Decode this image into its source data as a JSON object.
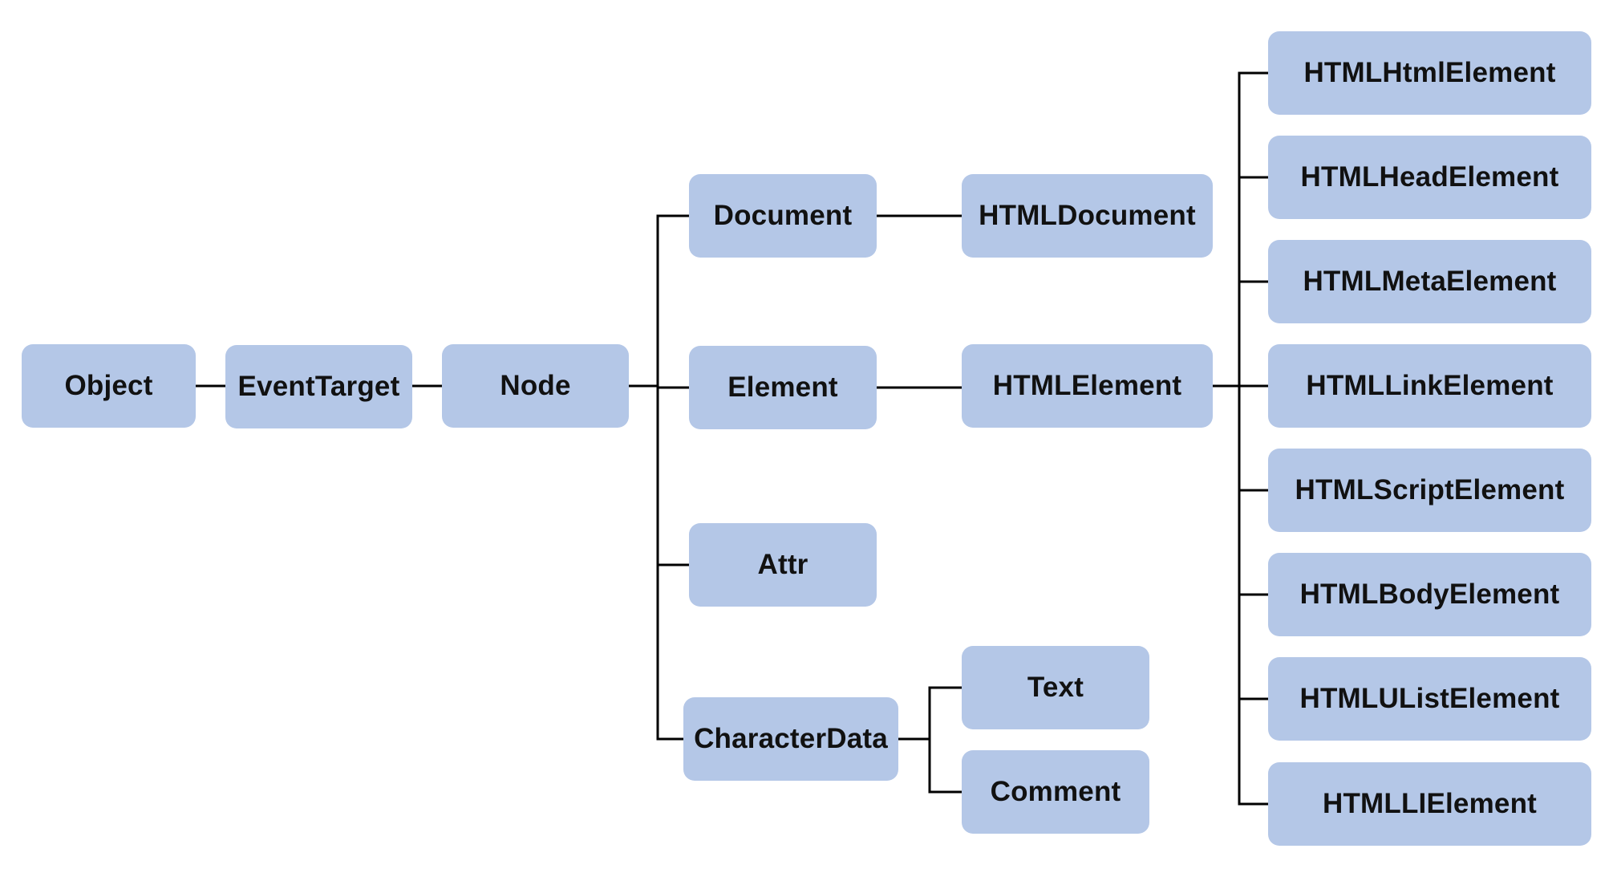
{
  "colors": {
    "node_fill": "#b4c7e7",
    "connector": "#000000",
    "text": "#111111",
    "background": "#ffffff"
  },
  "nodes": {
    "object": "Object",
    "event_target": "EventTarget",
    "node": "Node",
    "document": "Document",
    "element": "Element",
    "attr": "Attr",
    "character_data": "CharacterData",
    "html_document": "HTMLDocument",
    "html_element": "HTMLElement",
    "text": "Text",
    "comment": "Comment",
    "html_element_children": [
      "HTMLHtmlElement",
      "HTMLHeadElement",
      "HTMLMetaElement",
      "HTMLLinkElement",
      "HTMLScriptElement",
      "HTMLBodyElement",
      "HTMLUListElement",
      "HTMLLIElement"
    ]
  },
  "edges": [
    [
      "Object",
      "EventTarget"
    ],
    [
      "EventTarget",
      "Node"
    ],
    [
      "Node",
      "Document"
    ],
    [
      "Node",
      "Element"
    ],
    [
      "Node",
      "Attr"
    ],
    [
      "Node",
      "CharacterData"
    ],
    [
      "Document",
      "HTMLDocument"
    ],
    [
      "Element",
      "HTMLElement"
    ],
    [
      "CharacterData",
      "Text"
    ],
    [
      "CharacterData",
      "Comment"
    ],
    [
      "HTMLElement",
      "HTMLHtmlElement"
    ],
    [
      "HTMLElement",
      "HTMLHeadElement"
    ],
    [
      "HTMLElement",
      "HTMLMetaElement"
    ],
    [
      "HTMLElement",
      "HTMLLinkElement"
    ],
    [
      "HTMLElement",
      "HTMLScriptElement"
    ],
    [
      "HTMLElement",
      "HTMLBodyElement"
    ],
    [
      "HTMLElement",
      "HTMLUListElement"
    ],
    [
      "HTMLElement",
      "HTMLLIElement"
    ]
  ]
}
